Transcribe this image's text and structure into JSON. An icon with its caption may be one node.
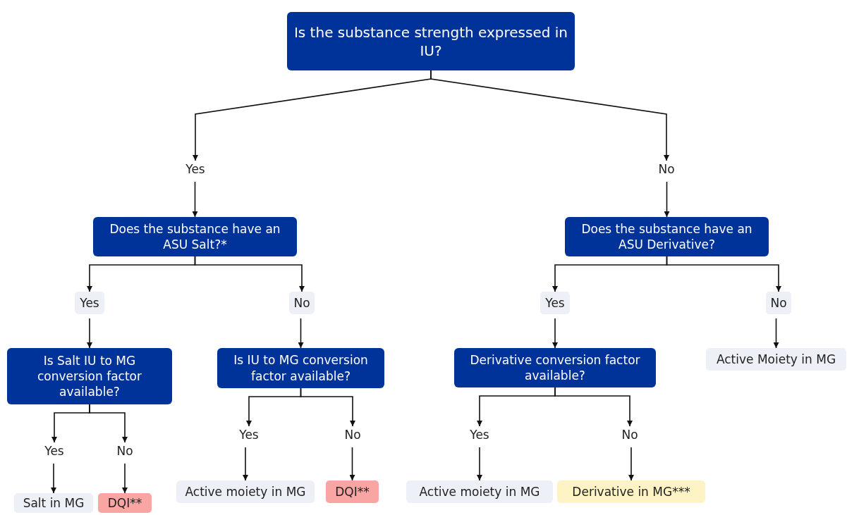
{
  "diagram": {
    "nodes": [
      {
        "text": [
          "Is the substance strength expressed in IU?"
        ]
      },
      {
        "text": [
          "Yes"
        ]
      },
      {
        "text": [
          "No"
        ]
      },
      {
        "text": [
          "Does the substance have an ASU Salt?*"
        ]
      },
      {
        "text": [
          "Does the substance have an ASU Derivative?"
        ]
      },
      {
        "text": [
          "Yes"
        ]
      },
      {
        "text": [
          "No"
        ]
      },
      {
        "text": [
          "Yes"
        ]
      },
      {
        "text": [
          "No"
        ]
      },
      {
        "text": [
          "Is Salt IU to MG conversion factor available?"
        ]
      },
      {
        "text": [
          "Is IU to MG conversion factor available?"
        ]
      },
      {
        "text": [
          "Derivative conversion factor available?"
        ]
      },
      {
        "text": [
          "Active Moiety in MG"
        ]
      },
      {
        "text": [
          "Yes"
        ]
      },
      {
        "text": [
          "No"
        ]
      },
      {
        "text": [
          "Yes"
        ]
      },
      {
        "text": [
          "No"
        ]
      },
      {
        "text": [
          "Yes"
        ]
      },
      {
        "text": [
          "No"
        ]
      },
      {
        "text": [
          "Salt in MG"
        ]
      },
      {
        "text": [
          "DQI**"
        ]
      },
      {
        "text": [
          "Active moiety in MG"
        ]
      },
      {
        "text": [
          "DQI**"
        ]
      },
      {
        "text": [
          "Active moiety in MG"
        ]
      },
      {
        "text": [
          "Derivative in MG***"
        ]
      }
    ],
    "edges": [
      {
        "from": 0,
        "to": 1,
        "arrow": "to"
      },
      {
        "from": 0,
        "to": 2,
        "arrow": "to"
      },
      {
        "from": 1,
        "to": 3,
        "arrow": "to"
      },
      {
        "from": 2,
        "to": 4,
        "arrow": "to"
      },
      {
        "from": 3,
        "to": 5,
        "arrow": "to"
      },
      {
        "from": 3,
        "to": 6,
        "arrow": "to"
      },
      {
        "from": 4,
        "to": 7,
        "arrow": "to"
      },
      {
        "from": 4,
        "to": 8,
        "arrow": "to"
      },
      {
        "from": 5,
        "to": 9,
        "arrow": "to"
      },
      {
        "from": 6,
        "to": 10,
        "arrow": "to"
      },
      {
        "from": 7,
        "to": 11,
        "arrow": "to"
      },
      {
        "from": 8,
        "to": 12,
        "arrow": "to"
      },
      {
        "from": 9,
        "to": 13,
        "arrow": "to"
      },
      {
        "from": 9,
        "to": 14,
        "arrow": "to"
      },
      {
        "from": 10,
        "to": 15,
        "arrow": "to"
      },
      {
        "from": 10,
        "to": 16,
        "arrow": "to"
      },
      {
        "from": 11,
        "to": 17,
        "arrow": "to"
      },
      {
        "from": 11,
        "to": 18,
        "arrow": "to"
      },
      {
        "from": 13,
        "to": 19,
        "arrow": "to"
      },
      {
        "from": 14,
        "to": 20,
        "arrow": "to"
      },
      {
        "from": 15,
        "to": 21,
        "arrow": "to"
      },
      {
        "from": 16,
        "to": 22,
        "arrow": "to"
      },
      {
        "from": 17,
        "to": 23,
        "arrow": "to"
      },
      {
        "from": 18,
        "to": 24,
        "arrow": "to"
      }
    ]
  }
}
